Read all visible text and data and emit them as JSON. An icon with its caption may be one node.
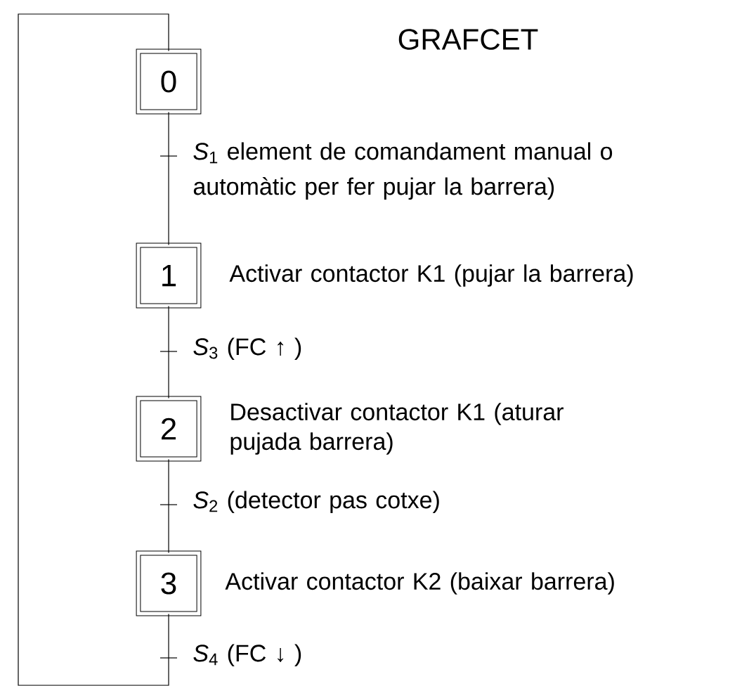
{
  "diagram": {
    "title": "GRAFCET",
    "nodes": [
      {
        "text": [
          "0"
        ]
      },
      {
        "text": [
          "1"
        ],
        "beside": [
          "Activar contactor K1 (pujar la barrera)"
        ]
      },
      {
        "text": [
          "2"
        ],
        "beside": [
          "Desactivar contactor K1 (aturar pujada barrera)"
        ]
      },
      {
        "text": [
          "3"
        ],
        "beside": [
          "Activar contactor K2 (baixar barrera)"
        ]
      }
    ],
    "edges": [
      {
        "from": 0,
        "to": 1,
        "arrow": "none",
        "label": "*S*$_{1}$ element de comandament manual o automàtic per fer pujar la barrera)"
      },
      {
        "from": 1,
        "to": 2,
        "arrow": "none",
        "label": "*S*$_{3}$ (FC ↑ )"
      },
      {
        "from": 2,
        "to": 3,
        "arrow": "none",
        "label": "*S*$_{2}$ (detector pas cotxe)"
      },
      {
        "from": 3,
        "to": 0,
        "arrow": "none",
        "label": "*S*$_{4}$ (FC ↓ )"
      }
    ]
  }
}
